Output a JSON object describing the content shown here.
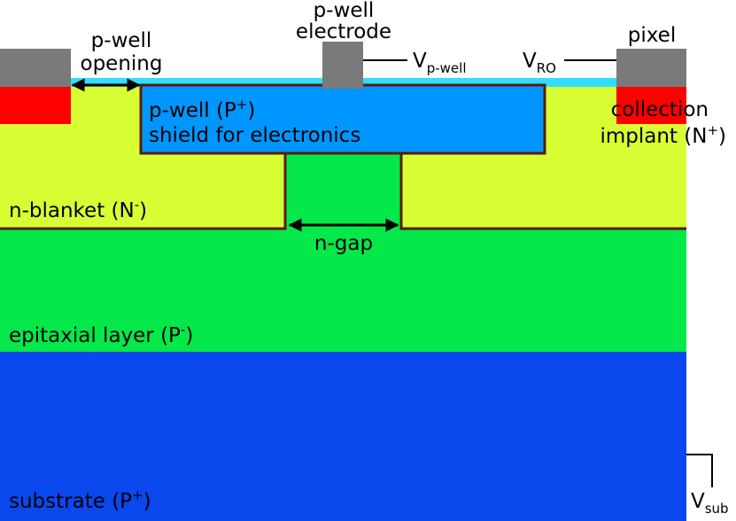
{
  "colors": {
    "substrate": "#0a48ee",
    "epitaxial": "#05e84a",
    "n_blanket": "#d8ff33",
    "p_well": "#0096ff",
    "oxide": "#33ddff",
    "electrode": "#7a7a7a",
    "collection": "#ff0000",
    "boundary": "#5a1a0a"
  },
  "labels": {
    "p_well_opening_line1": "p-well",
    "p_well_opening_line2": "opening",
    "p_well_electrode_line1": "p-well",
    "p_well_electrode_line2": "electrode",
    "v_p_well_main": "V",
    "v_p_well_sub": "p-well",
    "v_ro_main": "V",
    "v_ro_sub": "RO",
    "pixel": "pixel",
    "p_well_region_main": "p-well (P",
    "p_well_region_sup": "+",
    "p_well_region_close": ")",
    "shield": "shield for electronics",
    "collection_line1": "collection",
    "collection_line2_main": "implant (N",
    "collection_line2_sup": "+",
    "collection_line2_close": ")",
    "n_blanket_main": "n-blanket (N",
    "n_blanket_sup": "-",
    "n_blanket_close": ")",
    "n_gap": "n-gap",
    "epitaxial_main": "epitaxial layer (P",
    "epitaxial_sup": "-",
    "epitaxial_close": ")",
    "substrate_main": "substrate (P",
    "substrate_sup": "+",
    "substrate_close": ")",
    "v_sub_main": "V",
    "v_sub_sub": "sub"
  }
}
